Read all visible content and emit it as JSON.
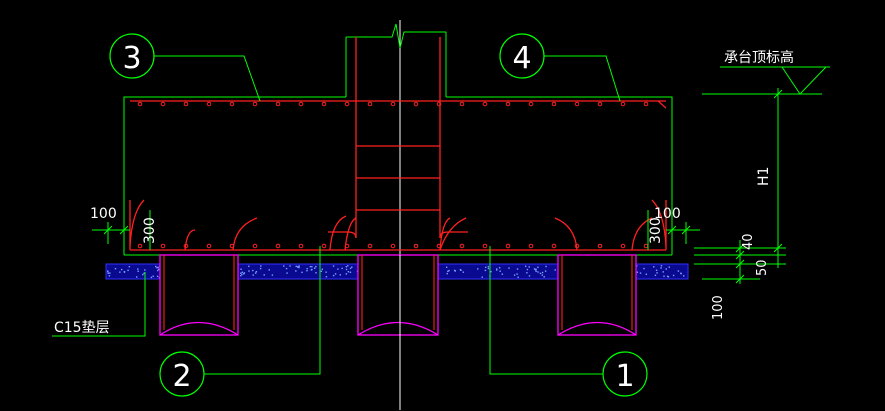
{
  "callouts": {
    "c1": "1",
    "c2": "2",
    "c3": "3",
    "c4": "4"
  },
  "labels": {
    "top_elev": "承台顶标高",
    "h1": "H1",
    "bed_layer": "C15垫层",
    "dim_100_left": "100",
    "dim_100_right": "100",
    "dim_300_left": "300",
    "dim_300_right": "300",
    "dim_40": "40",
    "dim_50": "50",
    "dim_100_bottom": "100"
  },
  "colors": {
    "background": "#000000",
    "outline": "#00ff00",
    "rebar": "#ff2020",
    "pile": "#ff00ff",
    "bedding": "#1010c0",
    "text": "#ffffff",
    "axis": "#ffffff"
  }
}
